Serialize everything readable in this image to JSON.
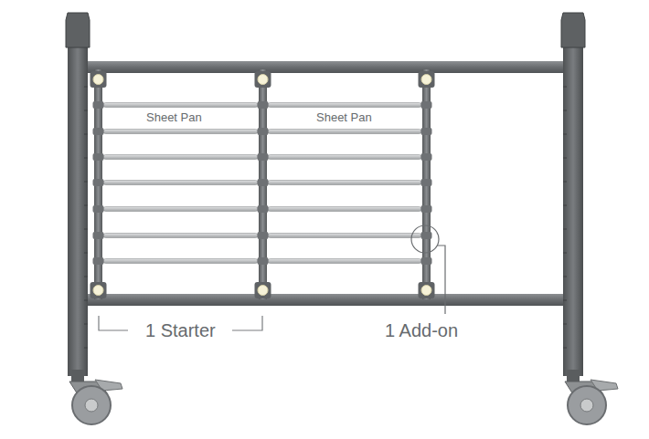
{
  "diagram": {
    "labels": [
      "Sheet Pan",
      "Sheet Pan",
      "1 Starter",
      "1 Add-on"
    ]
  }
}
